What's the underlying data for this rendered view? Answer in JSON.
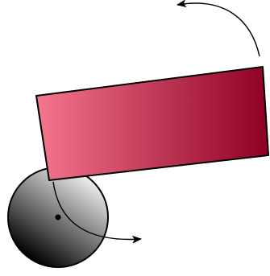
{
  "diagram": {
    "colors": {
      "background": "#ffffff",
      "stroke": "#000000",
      "plank_light": "#f5768e",
      "plank_dark": "#8f0025",
      "ball_light": "#f4f4f4",
      "ball_dark": "#000000",
      "pivot": "#000000"
    },
    "elements": {
      "plank": "tilted-rectangle",
      "ball": "shaded-sphere",
      "pivot": "center-dot",
      "top_arrow": "curved-arrow",
      "bottom_arrow": "curved-arrow"
    }
  }
}
